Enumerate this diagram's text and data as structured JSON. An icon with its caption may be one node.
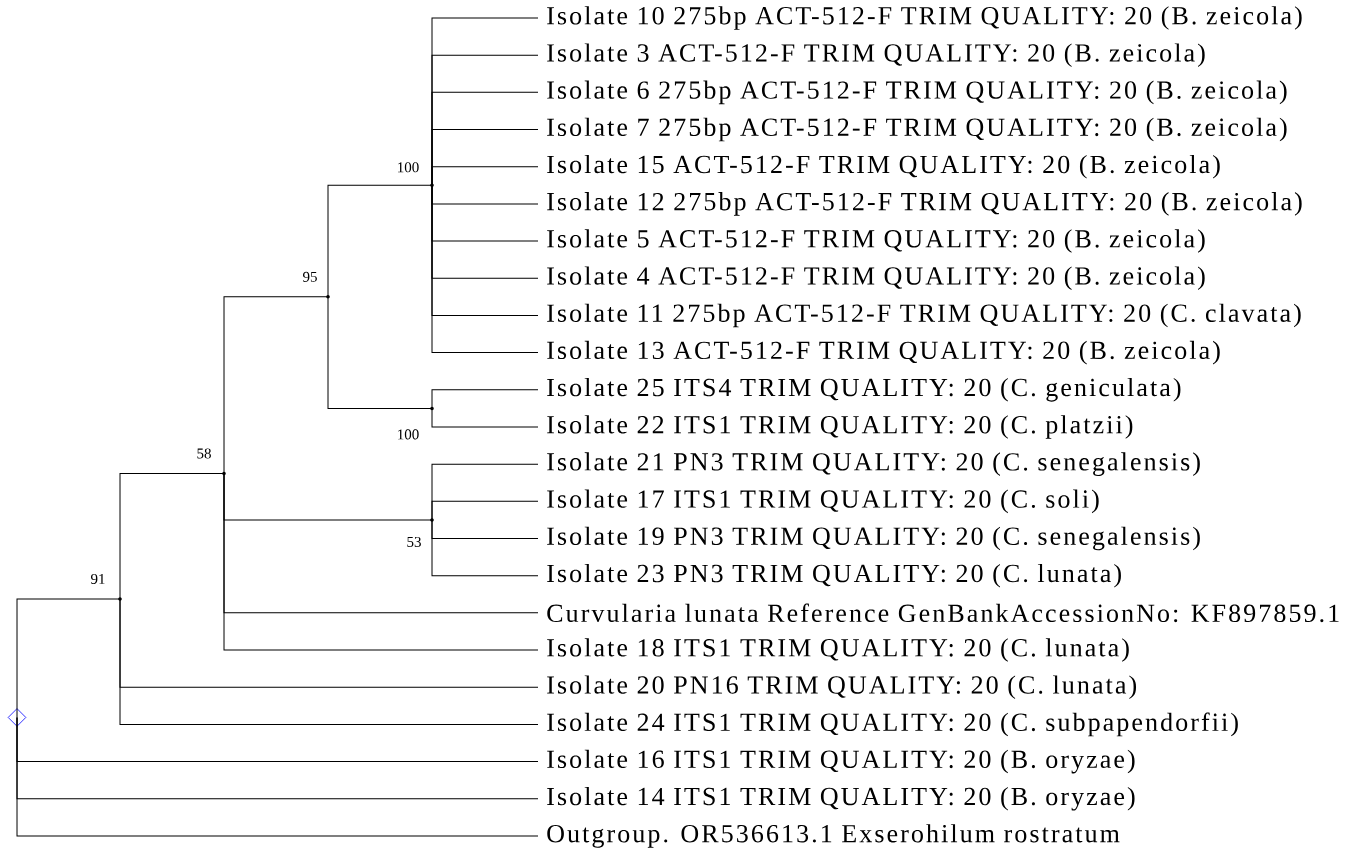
{
  "diagram": {
    "nodes": [
      {
        "text": [],
        "shape": "diamond"
      },
      {
        "text": [],
        "shape": "point",
        "beside": [
          "91"
        ]
      },
      {
        "text": [],
        "shape": "point",
        "beside": [
          "58"
        ]
      },
      {
        "text": [],
        "shape": "point",
        "beside": [
          "95"
        ]
      },
      {
        "text": [],
        "shape": "point",
        "beside": [
          "100"
        ]
      },
      {
        "text": [
          "Isolate 10 275bp ACT-512-F TRIM QUALITY: 20 (B. zeicola)"
        ]
      },
      {
        "text": [
          "Isolate 3 ACT-512-F TRIM QUALITY: 20 (B. zeicola)"
        ]
      },
      {
        "text": [
          "Isolate 6 275bp ACT-512-F TRIM QUALITY: 20 (B. zeicola)"
        ]
      },
      {
        "text": [
          "Isolate 7 275bp ACT-512-F TRIM QUALITY: 20 (B. zeicola)"
        ]
      },
      {
        "text": [
          "Isolate 15 ACT-512-F TRIM QUALITY: 20 (B. zeicola)"
        ]
      },
      {
        "text": [
          "Isolate 12 275bp ACT-512-F TRIM QUALITY: 20 (B. zeicola)"
        ]
      },
      {
        "text": [
          "Isolate 5 ACT-512-F TRIM QUALITY: 20 (B. zeicola)"
        ]
      },
      {
        "text": [
          "Isolate 4 ACT-512-F TRIM QUALITY: 20 (B. zeicola)"
        ]
      },
      {
        "text": [
          "Isolate 11 275bp ACT-512-F TRIM QUALITY: 20 (C. clavata)"
        ]
      },
      {
        "text": [
          "Isolate 13 ACT-512-F TRIM QUALITY: 20 (B. zeicola)"
        ]
      },
      {
        "text": [],
        "shape": "point",
        "beside": [
          "100"
        ]
      },
      {
        "text": [
          "Isolate 25 ITS4 TRIM QUALITY: 20 (C. geniculata)"
        ]
      },
      {
        "text": [
          "Isolate 22 ITS1 TRIM QUALITY: 20 (C. platzii)"
        ]
      },
      {
        "text": [],
        "shape": "point",
        "beside": [
          "53"
        ]
      },
      {
        "text": [
          "Isolate 21 PN3 TRIM QUALITY: 20 (C. senegalensis)"
        ]
      },
      {
        "text": [
          "Isolate 17 ITS1 TRIM QUALITY: 20 (C. soli)"
        ]
      },
      {
        "text": [
          "Isolate 19 PN3 TRIM QUALITY: 20 (C. senegalensis)"
        ]
      },
      {
        "text": [
          "Isolate 23 PN3 TRIM QUALITY: 20 (C. lunata)"
        ]
      },
      {
        "text": [
          "Curvularia lunata Reference GenBankAccessionNo: KF897859.1"
        ]
      },
      {
        "text": [
          "Isolate 18 ITS1 TRIM QUALITY: 20 (C. lunata)"
        ]
      },
      {
        "text": [
          "Isolate 20 PN16 TRIM QUALITY: 20 (C. lunata)"
        ]
      },
      {
        "text": [
          "Isolate 24 ITS1 TRIM QUALITY: 20 (C. subpapendorfii)"
        ]
      },
      {
        "text": [
          "Isolate 16 ITS1 TRIM QUALITY: 20 (B. oryzae)"
        ]
      },
      {
        "text": [
          "Isolate 14 ITS1 TRIM QUALITY: 20 (B. oryzae)"
        ]
      },
      {
        "text": [
          "Outgroup. OR536613.1 Exserohilum rostratum"
        ]
      }
    ],
    "edges": [
      {
        "from": 0,
        "to": 1,
        "arrow": "none"
      },
      {
        "from": 1,
        "to": 2,
        "arrow": "none"
      },
      {
        "from": 2,
        "to": 3,
        "arrow": "none"
      },
      {
        "from": 3,
        "to": 4,
        "arrow": "none"
      },
      {
        "from": 4,
        "to": 5,
        "arrow": "none"
      },
      {
        "from": 4,
        "to": 6,
        "arrow": "none"
      },
      {
        "from": 4,
        "to": 7,
        "arrow": "none"
      },
      {
        "from": 4,
        "to": 8,
        "arrow": "none"
      },
      {
        "from": 4,
        "to": 9,
        "arrow": "none"
      },
      {
        "from": 4,
        "to": 10,
        "arrow": "none"
      },
      {
        "from": 4,
        "to": 11,
        "arrow": "none"
      },
      {
        "from": 4,
        "to": 12,
        "arrow": "none"
      },
      {
        "from": 4,
        "to": 13,
        "arrow": "none"
      },
      {
        "from": 4,
        "to": 14,
        "arrow": "none"
      },
      {
        "from": 3,
        "to": 15,
        "arrow": "none"
      },
      {
        "from": 15,
        "to": 16,
        "arrow": "none"
      },
      {
        "from": 15,
        "to": 17,
        "arrow": "none"
      },
      {
        "from": 2,
        "to": 18,
        "arrow": "none"
      },
      {
        "from": 18,
        "to": 19,
        "arrow": "none"
      },
      {
        "from": 18,
        "to": 20,
        "arrow": "none"
      },
      {
        "from": 18,
        "to": 21,
        "arrow": "none"
      },
      {
        "from": 18,
        "to": 22,
        "arrow": "none"
      },
      {
        "from": 2,
        "to": 23,
        "arrow": "none"
      },
      {
        "from": 2,
        "to": 24,
        "arrow": "none"
      },
      {
        "from": 1,
        "to": 25,
        "arrow": "none"
      },
      {
        "from": 1,
        "to": 26,
        "arrow": "none"
      },
      {
        "from": 0,
        "to": 27,
        "arrow": "none"
      },
      {
        "from": 0,
        "to": 28,
        "arrow": "none"
      },
      {
        "from": 0,
        "to": 29,
        "arrow": "none"
      }
    ]
  }
}
